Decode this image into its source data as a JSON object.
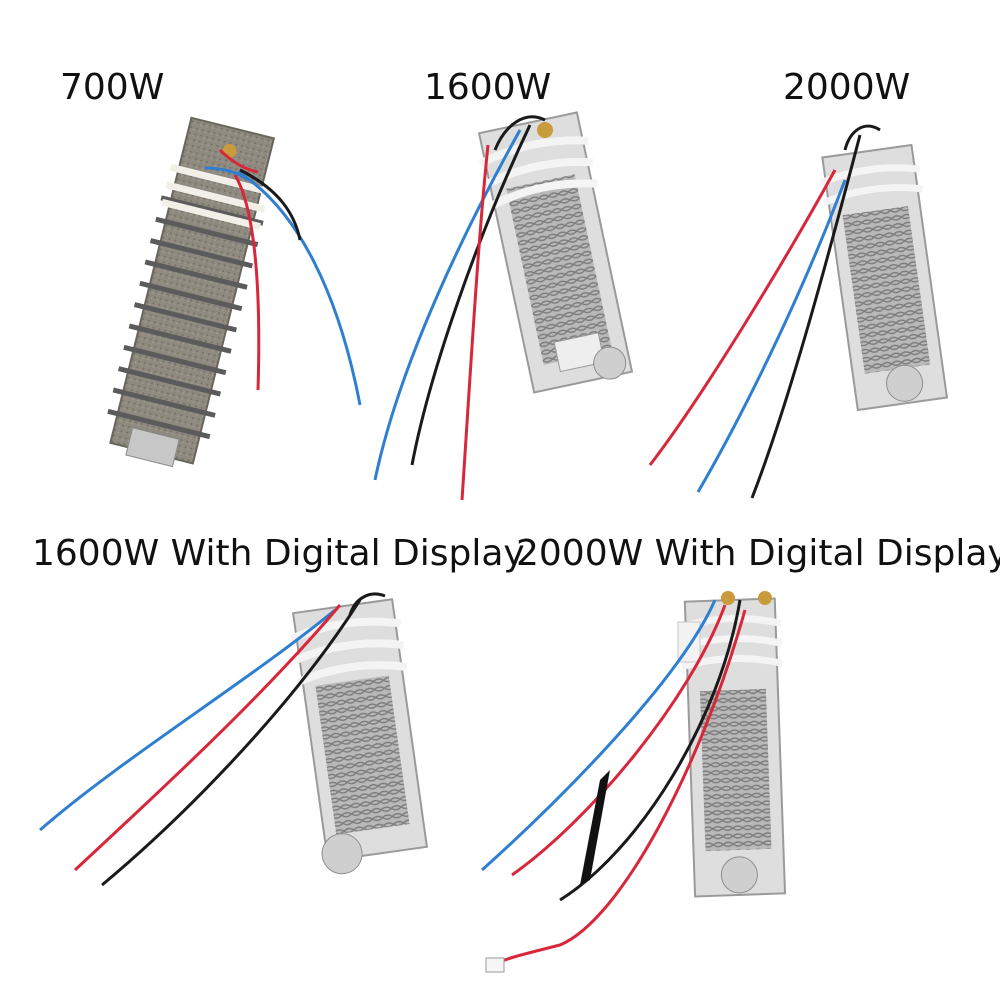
{
  "labels": {
    "w700": "700W",
    "w1600": "1600W",
    "w2000": "2000W",
    "w1600_digital": "1600W With Digital Display",
    "w2000_digital": "2000W With Digital Display"
  },
  "colors": {
    "wire_red": "#d8263a",
    "wire_blue": "#2f7fd0",
    "wire_black": "#1a1a1a",
    "mica_dark": "#8f8a80",
    "ceramic": "#dcdcdc",
    "coil": "#a8a8a8"
  }
}
